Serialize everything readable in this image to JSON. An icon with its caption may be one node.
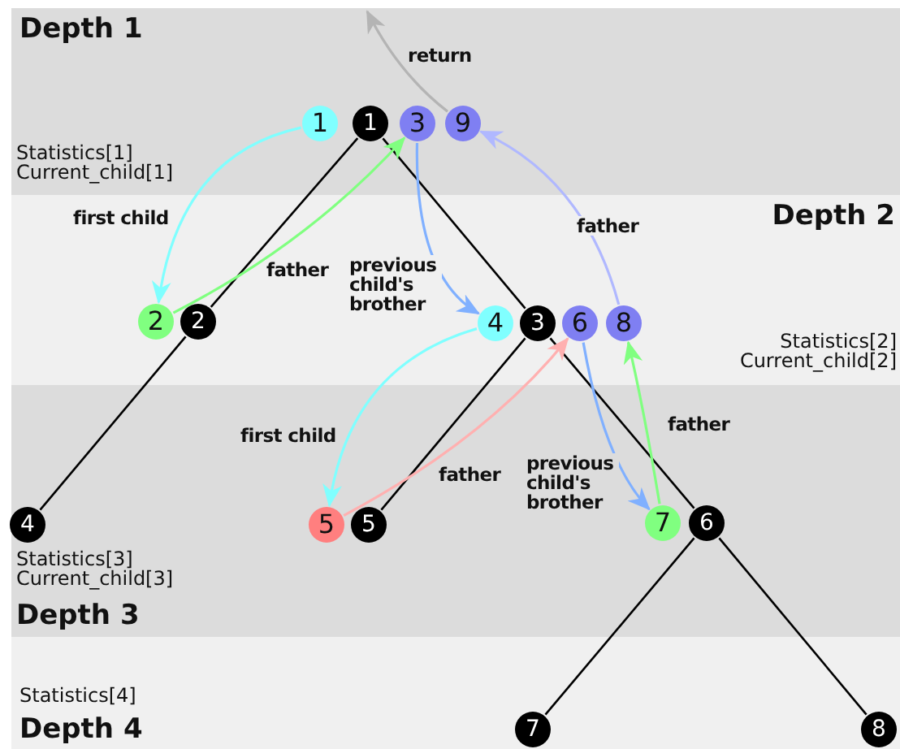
{
  "diagram": {
    "nodes": [
      {
        "text": [
          "Depth 1",
          "Statistics[1] Current_child[1]"
        ]
      },
      {
        "text": [
          "1"
        ],
        "in": 0
      },
      {
        "text": [
          "1"
        ],
        "in": 0
      },
      {
        "text": [
          "3"
        ],
        "in": 0
      },
      {
        "text": [
          "9"
        ],
        "in": 0
      },
      {
        "text": [
          "Depth 2",
          "Statistics[2] Current_child[2]"
        ]
      },
      {
        "text": [
          "2"
        ],
        "in": 5
      },
      {
        "text": [
          "2"
        ],
        "in": 5
      },
      {
        "text": [
          "4"
        ],
        "in": 5
      },
      {
        "text": [
          "3"
        ],
        "in": 5
      },
      {
        "text": [
          "6"
        ],
        "in": 5
      },
      {
        "text": [
          "8"
        ],
        "in": 5
      },
      {
        "text": [
          "Statistics[3] Current_child[3]",
          "Depth 3"
        ]
      },
      {
        "text": [
          "4"
        ],
        "in": 12
      },
      {
        "text": [
          "5"
        ],
        "in": 12
      },
      {
        "text": [
          "5"
        ],
        "in": 12
      },
      {
        "text": [
          "7"
        ],
        "in": 12
      },
      {
        "text": [
          "6"
        ],
        "in": 12
      },
      {
        "text": [
          "Statistics[4]",
          "Depth 4"
        ]
      },
      {
        "text": [
          "7"
        ],
        "in": 18
      },
      {
        "text": [
          "8"
        ],
        "in": 18
      }
    ],
    "edges": [
      {
        "from": 2,
        "to": 7,
        "arrow": "none"
      },
      {
        "from": 2,
        "to": 9,
        "arrow": "none"
      },
      {
        "from": 7,
        "to": 13,
        "arrow": "none"
      },
      {
        "from": 9,
        "to": 15,
        "arrow": "none"
      },
      {
        "from": 9,
        "to": 17,
        "arrow": "none"
      },
      {
        "from": 17,
        "to": 19,
        "arrow": "none"
      },
      {
        "from": 17,
        "to": 20,
        "arrow": "none"
      },
      {
        "from": 4,
        "to": null,
        "arrow": "to",
        "label": "return",
        "color": "#b4b4b4"
      },
      {
        "from": 1,
        "to": 6,
        "arrow": "to",
        "label": "first child",
        "color": "#80ffff"
      },
      {
        "from": 6,
        "to": 3,
        "arrow": "to",
        "label": "father",
        "color": "#80ff80"
      },
      {
        "from": 3,
        "to": 8,
        "arrow": "to",
        "label": "previous child's brother",
        "color": "#80b0ff"
      },
      {
        "from": 11,
        "to": 4,
        "arrow": "to",
        "label": "father",
        "color": "#b0b8ff"
      },
      {
        "from": 8,
        "to": 14,
        "arrow": "to",
        "label": "first child",
        "color": "#80ffff"
      },
      {
        "from": 14,
        "to": 10,
        "arrow": "to",
        "label": "father",
        "color": "#ffb0b0"
      },
      {
        "from": 10,
        "to": 16,
        "arrow": "to",
        "label": "previous child's brother",
        "color": "#80b0ff"
      },
      {
        "from": 16,
        "to": 11,
        "arrow": "to",
        "label": "father",
        "color": "#80ff80"
      }
    ]
  }
}
